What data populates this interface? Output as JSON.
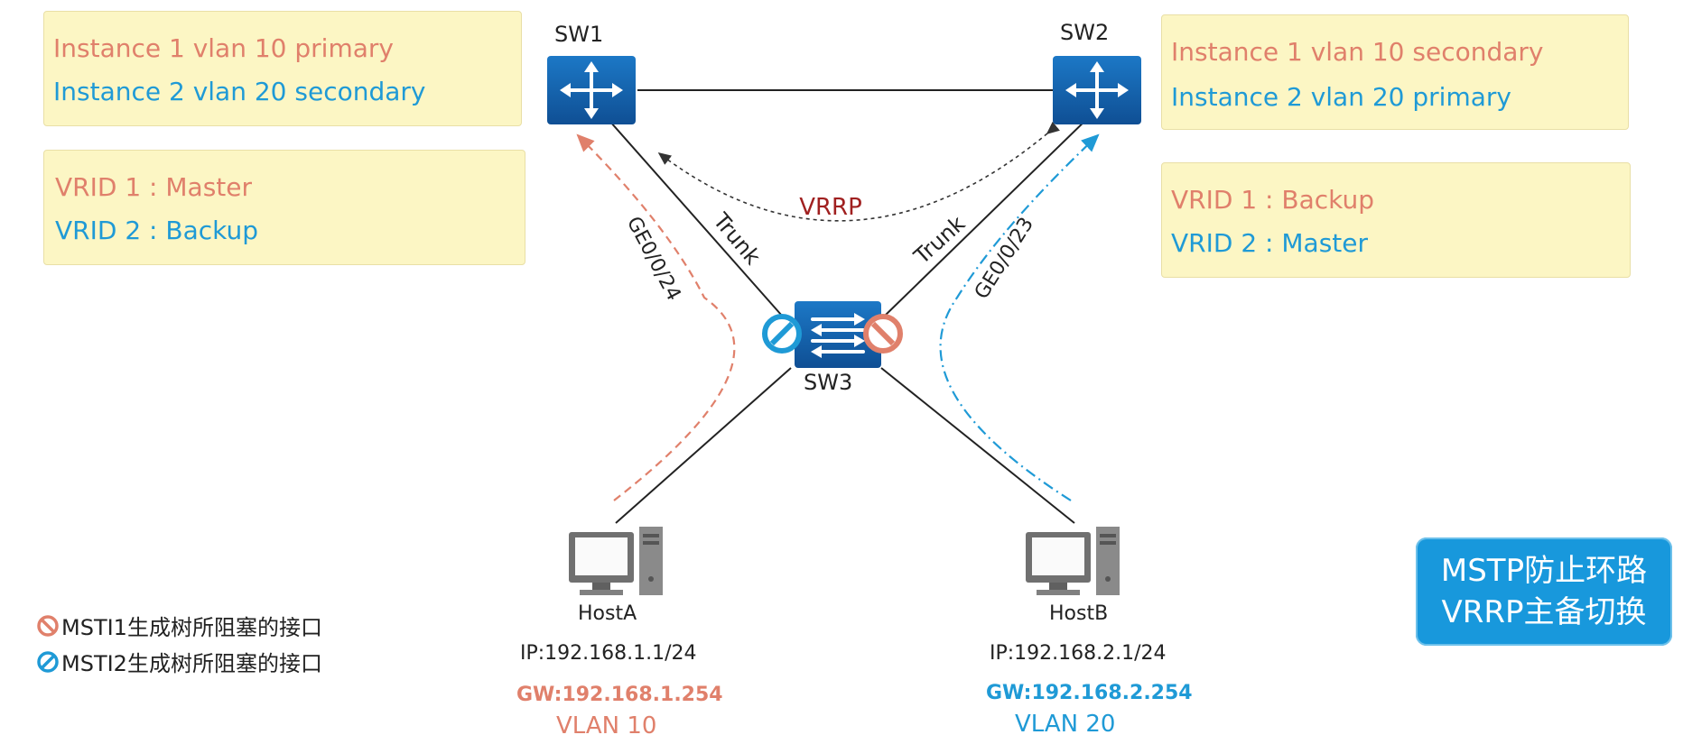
{
  "sw1_box": {
    "line1": "Instance 1 vlan 10 primary",
    "line2": "Instance 2 vlan 20 secondary"
  },
  "sw1_vrrp_box": {
    "line1": "VRID 1 : Master",
    "line2": "VRID 2 : Backup"
  },
  "sw2_box": {
    "line1": "Instance 1 vlan 10 secondary",
    "line2": "Instance 2 vlan 20 primary"
  },
  "sw2_vrrp_box": {
    "line1": "VRID 1 : Backup",
    "line2": "VRID 2 : Master"
  },
  "devices": {
    "sw1": "SW1",
    "sw2": "SW2",
    "sw3": "SW3"
  },
  "links": {
    "trunk_left": "Trunk",
    "trunk_right": "Trunk",
    "port_left": "GE0/0/24",
    "port_right": "GE0/0/23",
    "vrrp": "VRRP"
  },
  "hostA": {
    "name": "HostA",
    "ip": "IP:192.168.1.1/24",
    "gw": "GW:192.168.1.254",
    "vlan": "VLAN 10"
  },
  "hostB": {
    "name": "HostB",
    "ip": "IP:192.168.2.1/24",
    "gw": "GW:192.168.2.254",
    "vlan": "VLAN 20"
  },
  "legend": {
    "msti1": "MSTI1生成树所阻塞的接口",
    "msti2": "MSTI2生成树所阻塞的接口"
  },
  "badge": {
    "line1": "MSTP防止环路",
    "line2": "VRRP主备切换"
  },
  "colors": {
    "orange": "#e0806b",
    "blue": "#1f9ad6",
    "switch": "#1567b3",
    "vrrp_red": "#a02020"
  }
}
